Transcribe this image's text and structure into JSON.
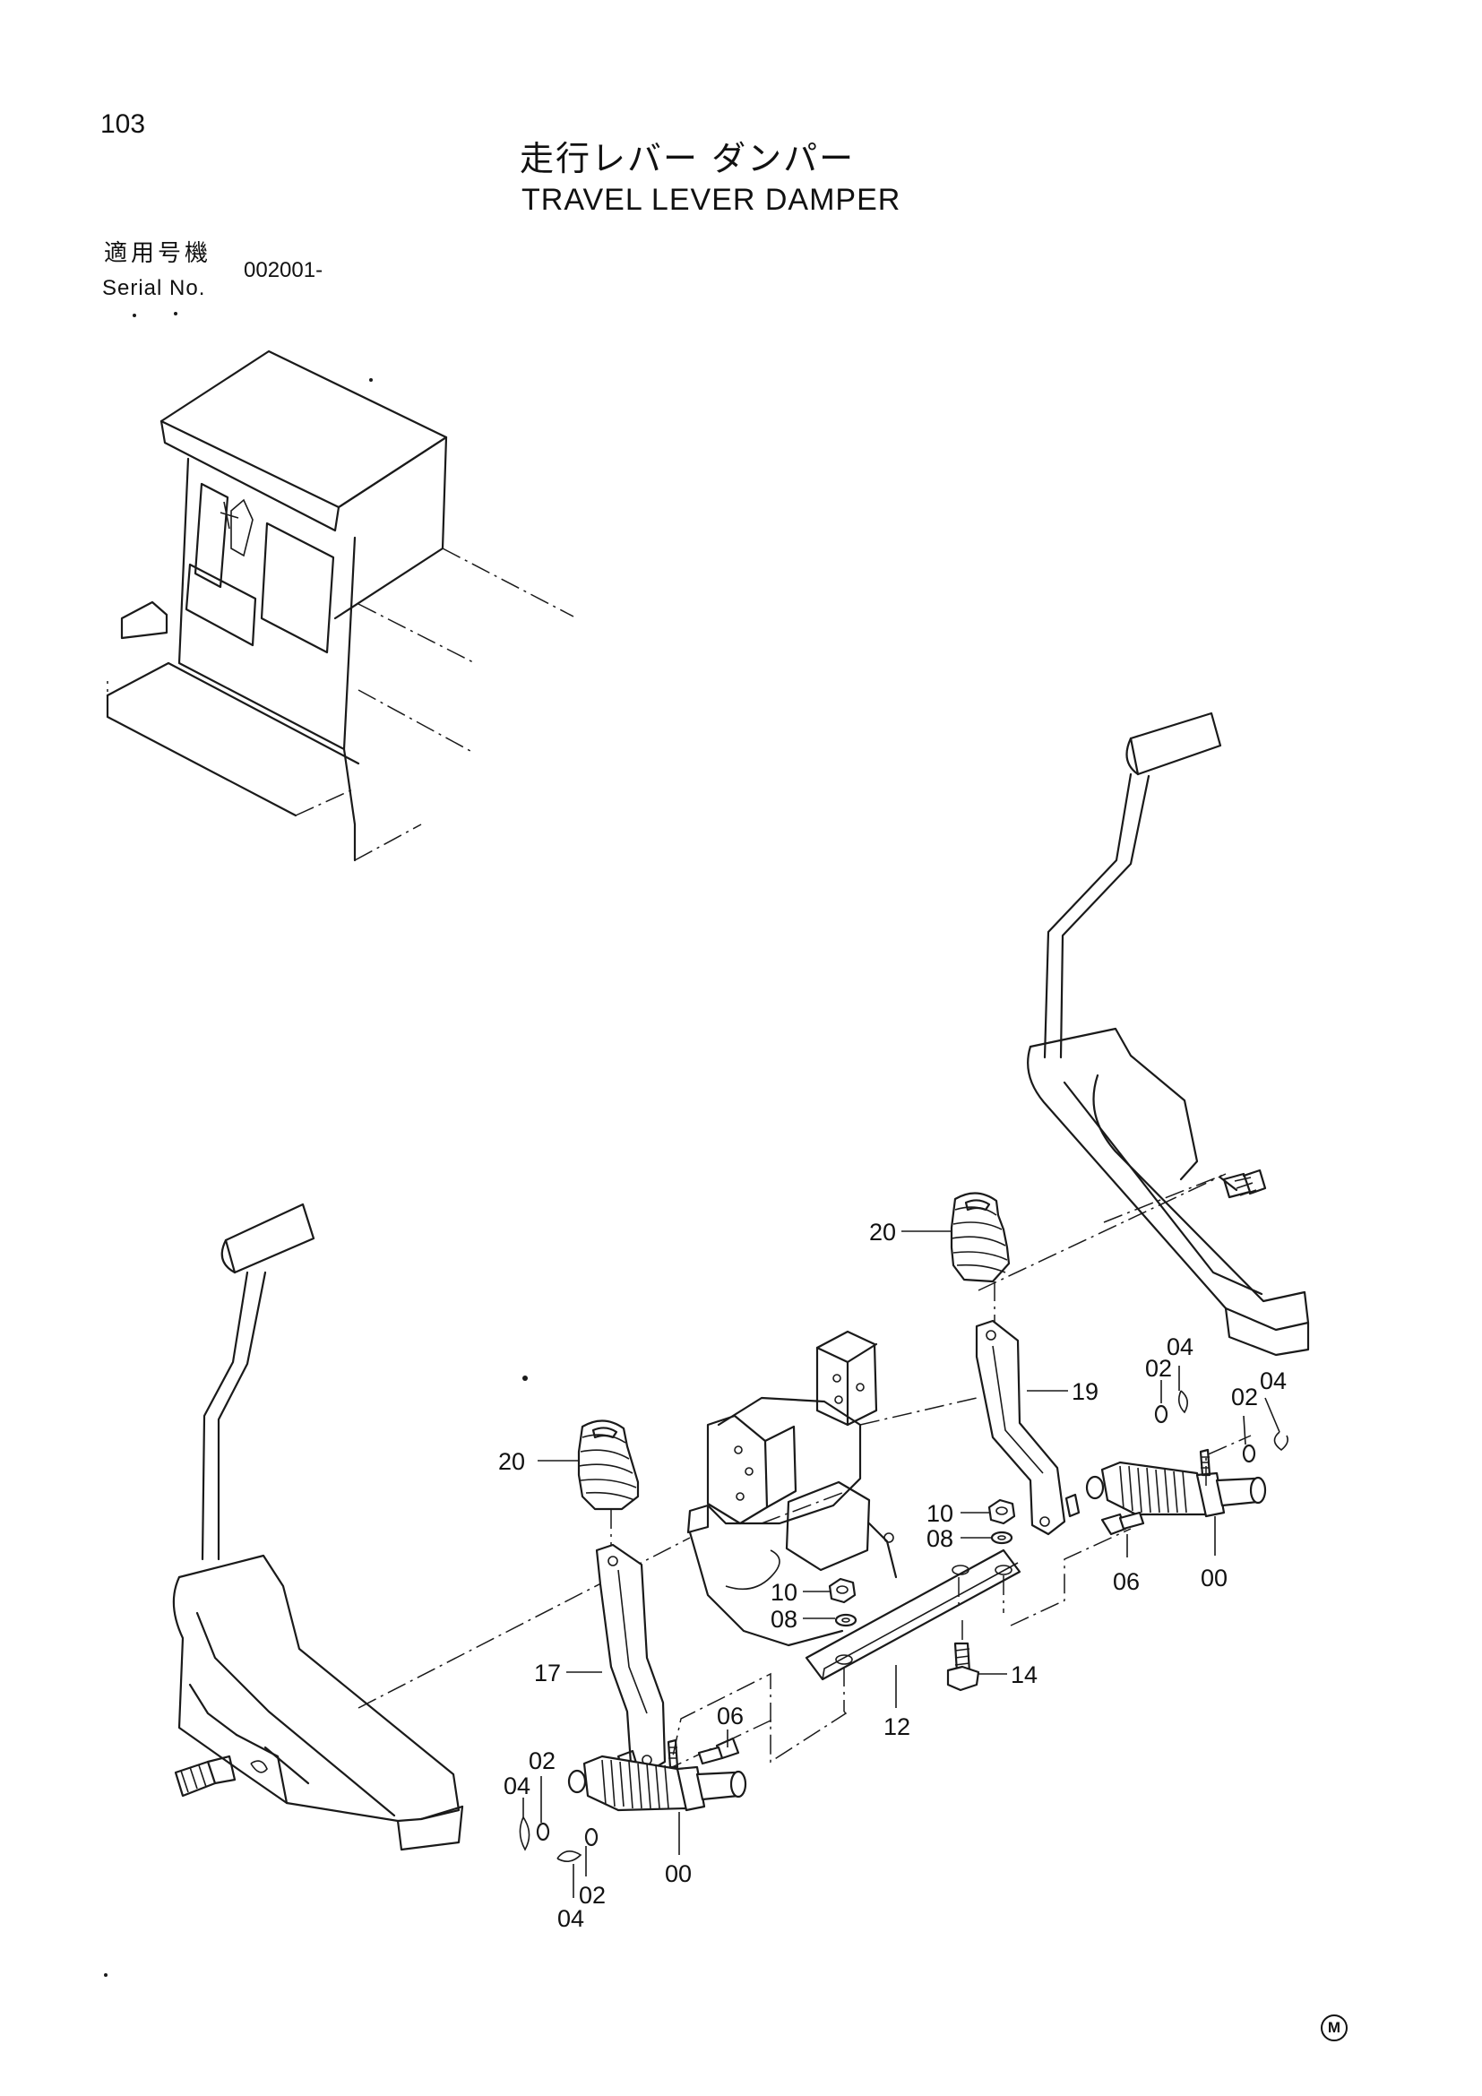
{
  "header": {
    "page_number": "103",
    "title_jp": "走行レバー ダンパー",
    "title_en": "TRAVEL LEVER DAMPER",
    "serial_label_jp": "適用号機",
    "serial_label_en": "Serial No.",
    "serial_value": "002001-"
  },
  "callouts": {
    "c20_upper": "20",
    "c20_lower": "20",
    "c19": "19",
    "c17": "17",
    "c12": "12",
    "c14": "14",
    "c10_upper": "10",
    "c10_lower": "10",
    "c08_upper": "08",
    "c08_lower": "08",
    "c06_right": "06",
    "c06_left": "06",
    "c00_right": "00",
    "c00_left": "00",
    "c04_right_a": "04",
    "c04_right_b": "04",
    "c02_right_a": "02",
    "c02_right_b": "02",
    "c02_left_a": "02",
    "c02_left_b": "02",
    "c04_left_a": "04",
    "c04_left_b": "04"
  },
  "footer": {
    "maker_mark": "M"
  }
}
